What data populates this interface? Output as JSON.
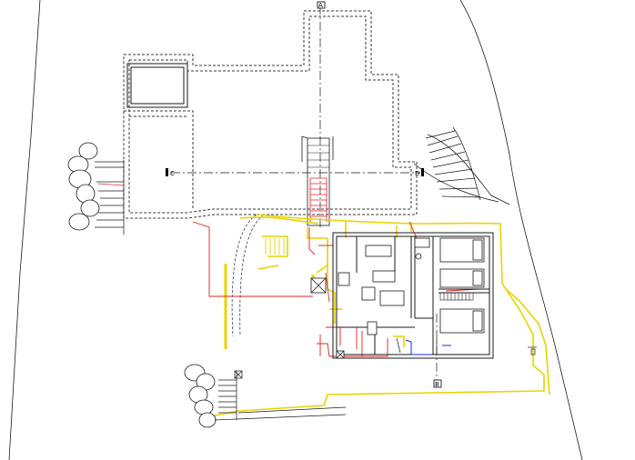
{
  "section_markers": {
    "a": "A",
    "b": "B",
    "c": "C",
    "d": "D"
  },
  "colors": {
    "line": "#1a1a1a",
    "dashed_outline": "#3a3a3a",
    "existing_walls": "#e8d400",
    "demolition": "#e02020",
    "services": "#1a2bd8",
    "background": "#ffffff"
  },
  "icons": [
    "section-marker-icon",
    "boulder-icon",
    "bed-icon",
    "sofa-icon",
    "stair-icon"
  ]
}
